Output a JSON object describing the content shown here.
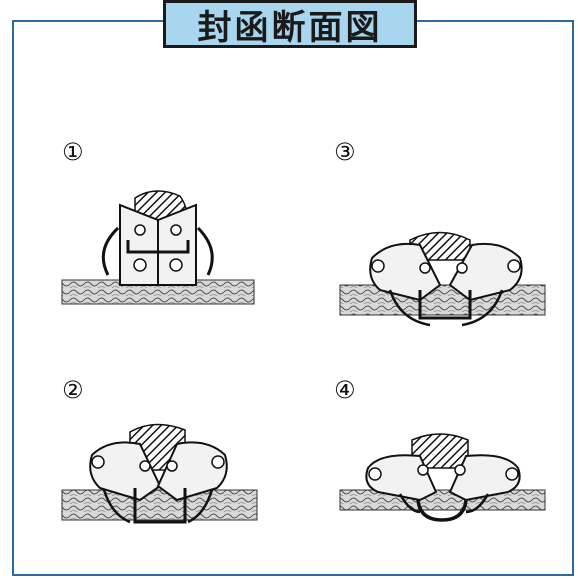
{
  "title": "封函断面図",
  "diagrams": [
    {
      "id": "1",
      "label": "①"
    },
    {
      "id": "2",
      "label": "②"
    },
    {
      "id": "3",
      "label": "③"
    },
    {
      "id": "4",
      "label": "④"
    }
  ],
  "colors": {
    "border": "#2c6aa4",
    "title_bg": "#a9d6ef",
    "ink": "#1a1a1a"
  }
}
